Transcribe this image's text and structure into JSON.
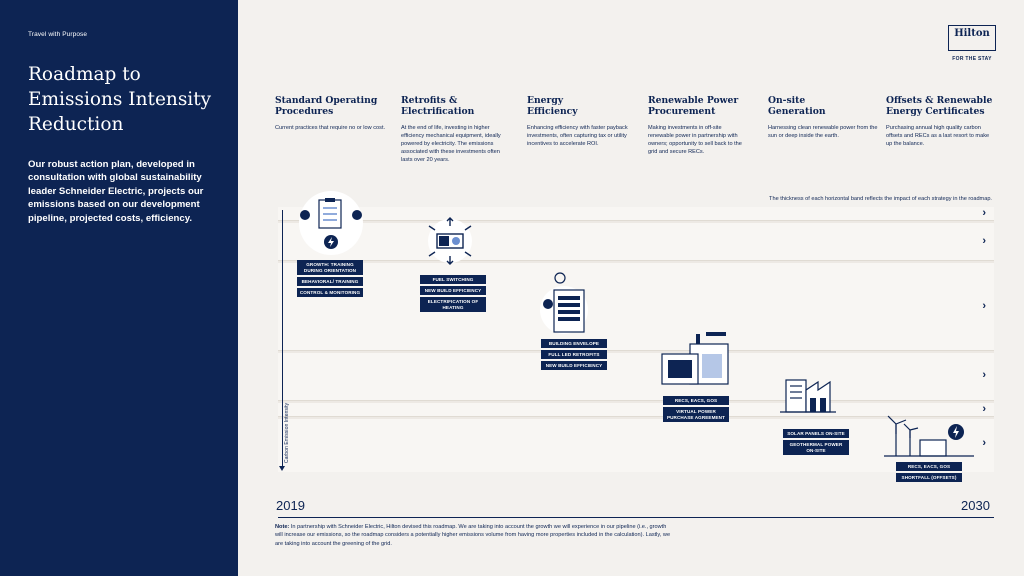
{
  "sidebar": {
    "tagline": "Travel with Purpose",
    "title_lines": [
      "Roadmap to",
      "Emissions Intensity",
      "Reduction"
    ],
    "intro": "Our robust action plan, developed in consultation with global sustainability leader Schneider Electric, projects our emissions based on our development pipeline, projected costs, efficiency."
  },
  "logo": {
    "wordmark": "Hilton",
    "subline": "FOR THE STAY"
  },
  "columns": [
    {
      "title": "Standard Operating Procedures",
      "desc": "Current practices that require no or low cost."
    },
    {
      "title": "Retrofits & Electrification",
      "desc": "At the end of life, investing in higher efficiency mechanical equipment, ideally powered by electricity. The emissions associated with these investments often lasts over 20 years."
    },
    {
      "title": "Energy Efficiency",
      "desc": "Enhancing efficiency with faster payback investments, often capturing tax or utility incentives to accelerate ROI."
    },
    {
      "title": "Renewable Power Procurement",
      "desc": "Making investments in off-site renewable power in partnership with owners; opportunity to sell back to the grid and secure RECs."
    },
    {
      "title": "On-site Generation",
      "desc": "Harnessing clean renewable power from the sun or deep inside the earth."
    },
    {
      "title": "Offsets & Renewable Energy Certificates",
      "desc": "Purchasing annual high quality carbon offsets and RECs as a last resort to make up the balance."
    }
  ],
  "chart": {
    "thickness_note": "The thickness of each horizontal band reflects the impact of each strategy in the roadmap.",
    "y_label": "Carbon Emission Intensity",
    "year_start": "2019",
    "year_end": "2030",
    "chevron": "›",
    "tags": [
      [
        "GROWTH: TRAINING DURING ORIENTATION",
        "BEHAVIORAL/ TRAINING",
        "CONTROL & MONITORING"
      ],
      [
        "FUEL SWITCHING",
        "NEW BUILD EFFICIENCY",
        "ELECTRIFICATION OF HEATING"
      ],
      [
        "BUILDING ENVELOPE",
        "FULL LED RETROFITS",
        "NEW BUILD EFFICIENCY"
      ],
      [
        "RECS, EACS, GOS",
        "VIRTUAL POWER PURCHASE AGREEMENT"
      ],
      [
        "SOLAR PANELS ON-SITE",
        "GEOTHERMAL POWER ON-SITE"
      ],
      [
        "RECS, EACS, GOS",
        "SHORTFALL (OFFSETS)"
      ]
    ],
    "icons": [
      "sop-checklist-icon",
      "retrofit-battery-icon",
      "efficient-building-icon",
      "power-plant-icon",
      "factory-icon",
      "wind-solar-icon"
    ]
  },
  "note": {
    "label": "Note:",
    "text": " In partnership with Schneider Electric, Hilton devised this roadmap. We are taking into account the growth we will experience in our pipeline (i.e., growth will increase our emissions, so the roadmap considers a potentially higher emissions volume from having more properties included in the calculation). Lastly, we are taking into account the greening of the grid."
  },
  "colors": {
    "navy": "#0d2453",
    "band": "#f8f6f3",
    "background": "#f3f1ee"
  }
}
